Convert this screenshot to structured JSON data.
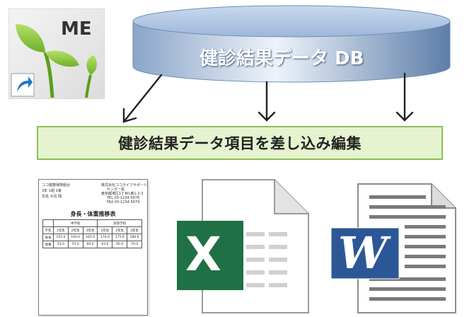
{
  "app_icon": {
    "label": "ME"
  },
  "database": {
    "label": "健診結果データ DB"
  },
  "banner": {
    "label": "健診結果データ項目を差し込み編集"
  },
  "document": {
    "header_left": [
      "ココ健康保険組合",
      "3年 1組 1番",
      "氏名 大島 翔"
    ],
    "header_right": [
      "株式会社ココライフサポート",
      "センター長",
      "東京都港区1丁目1番1-2-3",
      "TEL 03-1234-5678",
      "FAX 03-1234-5679"
    ],
    "title": "身長・体重推移表",
    "table_groups": [
      "中学校",
      "高等学校"
    ],
    "table_columns": [
      "学年",
      "1年生",
      "2年生",
      "3年生",
      "1年生",
      "2年生",
      "3年生"
    ],
    "table_rows": [
      [
        "身長",
        "155.0",
        "160.0",
        "165.0",
        "170.0",
        "175.0",
        "180.0"
      ],
      [
        "体重",
        "53.0",
        "55.0",
        "60.0",
        "63.0",
        "65.0",
        "70.0"
      ]
    ]
  },
  "excel": {
    "letter": "X"
  },
  "word": {
    "letter": "W"
  },
  "colors": {
    "banner_fill": "#e5f3cf",
    "banner_border": "#8cc056",
    "excel_green": "#1f7145",
    "word_blue": "#2b5797",
    "db_blue": "#6d8fb8"
  }
}
